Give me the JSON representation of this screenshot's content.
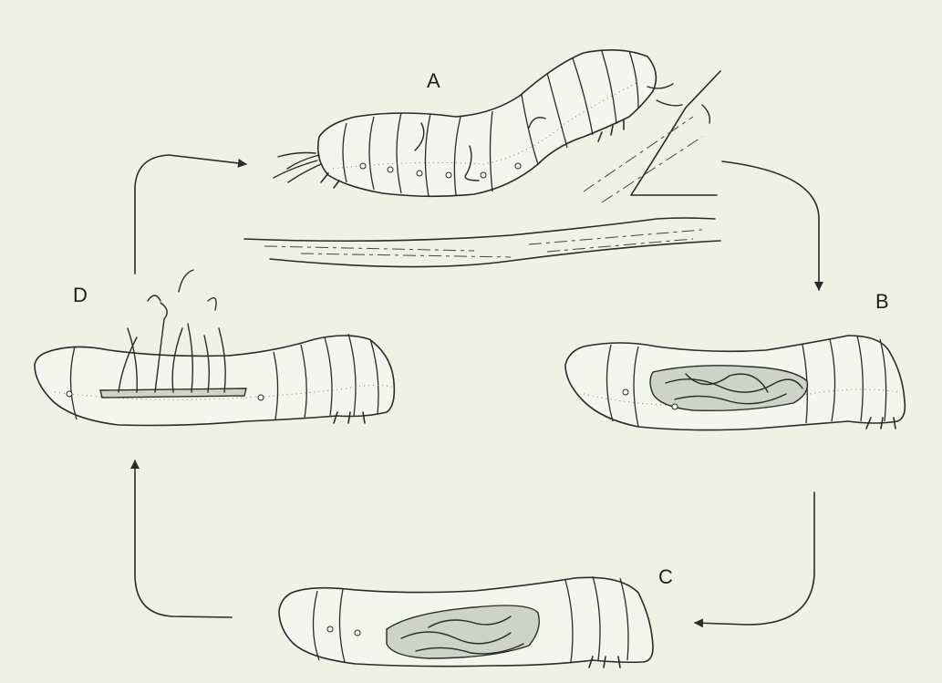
{
  "labels": {
    "a": "A",
    "b": "B",
    "c": "C",
    "d": "D"
  },
  "colors": {
    "background": "#eef1e4",
    "ink": "#2a2a2a",
    "body_fill": "#f4f5ee",
    "cavity_fill": "#cfd2c6"
  }
}
